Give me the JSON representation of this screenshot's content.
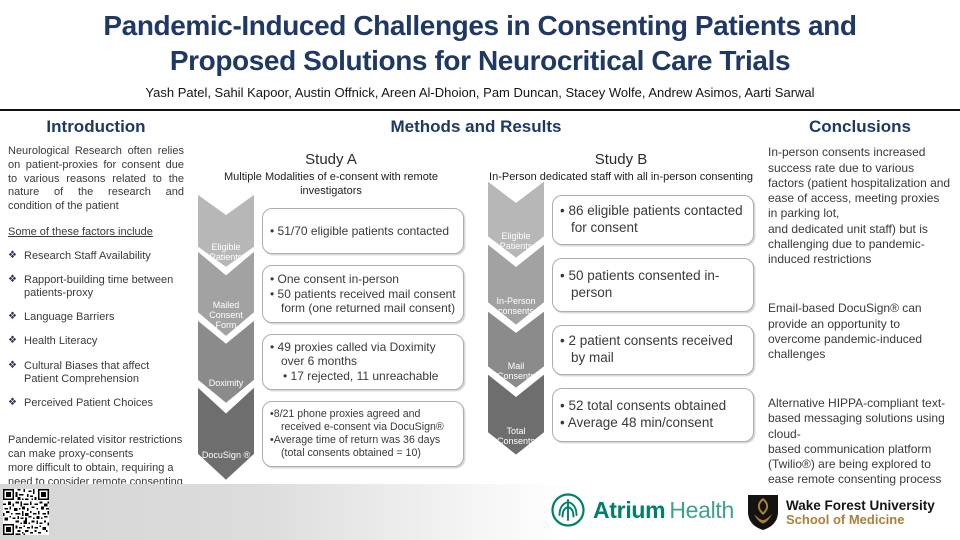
{
  "title": "Pandemic-Induced Challenges in Consenting Patients and\nProposed Solutions for Neurocritical Care Trials",
  "authors": "Yash Patel, Sahil Kapoor, Austin Offnick, Areen Al-Dhoion, Pam Duncan, Stacey Wolfe, Andrew Asimos, Aarti Sarwal",
  "sections": {
    "introduction": {
      "heading": "Introduction",
      "intro_paragraph": "Neurological Research often relies on patient-proxies for consent due to various reasons related to the nature of the research and condition of the patient",
      "factors_heading": "Some of these factors include",
      "bullet_glyph": "❖",
      "factors": [
        "Research Staff Availability",
        "Rapport-building time between patients-proxy",
        "Language Barriers",
        "Health Literacy",
        "Cultural Biases that affect Patient Comprehension",
        "Perceived Patient Choices"
      ],
      "closing_paragraph": "Pandemic-related visitor restrictions can make proxy-consents\nmore difficult to obtain, requiring a need to consider remote consenting process"
    },
    "methods": {
      "heading": "Methods and Results",
      "study_a": {
        "title": "Study A",
        "subtitle": "Multiple Modalities of e-consent with remote investigators",
        "steps": [
          {
            "label": "Eligible Patients",
            "lines": [
              {
                "t": "• 51/70 eligible patients contacted"
              }
            ]
          },
          {
            "label": "Mailed Consent Form",
            "lines": [
              {
                "t": "• One consent in-person"
              },
              {
                "t": "• 50 patients received mail consent form (one returned mail consent)"
              }
            ]
          },
          {
            "label": "Doximity",
            "lines": [
              {
                "t": "• 49 proxies called via Doximity over 6 months"
              },
              {
                "t": "• 17 rejected, 11 unreachable",
                "ind": true
              }
            ]
          },
          {
            "label": "DocuSign ®",
            "lines": [
              {
                "t": "•8/21 phone proxies agreed and received e-consent via DocuSign®"
              },
              {
                "t": "•Average time of return was 36 days (total consents obtained = 10)"
              }
            ]
          }
        ]
      },
      "study_b": {
        "title": "Study B",
        "subtitle": "In-Person dedicated staff with all in-person consenting",
        "steps": [
          {
            "label": "Eligible Patients",
            "lines": [
              {
                "t": "• 86 eligible patients contacted for consent"
              }
            ]
          },
          {
            "label": "In-Person consents",
            "lines": [
              {
                "t": "• 50 patients consented in-person"
              }
            ]
          },
          {
            "label": "Mail Consents",
            "lines": [
              {
                "t": "• 2 patient consents received by mail"
              }
            ]
          },
          {
            "label": "Total Consents",
            "lines": [
              {
                "t": "• 52 total consents obtained"
              },
              {
                "t": "• Average 48 min/consent"
              }
            ]
          }
        ]
      }
    },
    "conclusions": {
      "heading": "Conclusions",
      "paragraphs": [
        "In-person consents increased success rate due to various factors (patient hospitalization and ease of access, meeting proxies in parking lot,\nand dedicated unit staff) but is challenging due to pandemic-induced restrictions",
        "Email-based DocuSign® can provide an opportunity to overcome pandemic-induced challenges",
        "Alternative HIPPA-compliant text-based messaging solutions using cloud-\nbased communication platform (Twilio®) are being explored to ease remote consenting process"
      ]
    }
  },
  "footer": {
    "atrium_name": "Atrium",
    "atrium_suffix": "Health",
    "wake_line1": "Wake Forest University",
    "wake_line2": "School of Medicine"
  },
  "colors": {
    "accent_navy": "#1f3864",
    "atrium_teal": "#00806b",
    "atrium_teal_light": "#3fa08b",
    "wake_gold": "#a9813a",
    "chevron_steps": [
      "#b7b7b7",
      "#a2a2a2",
      "#8b8b8b",
      "#6e6e6e"
    ]
  }
}
